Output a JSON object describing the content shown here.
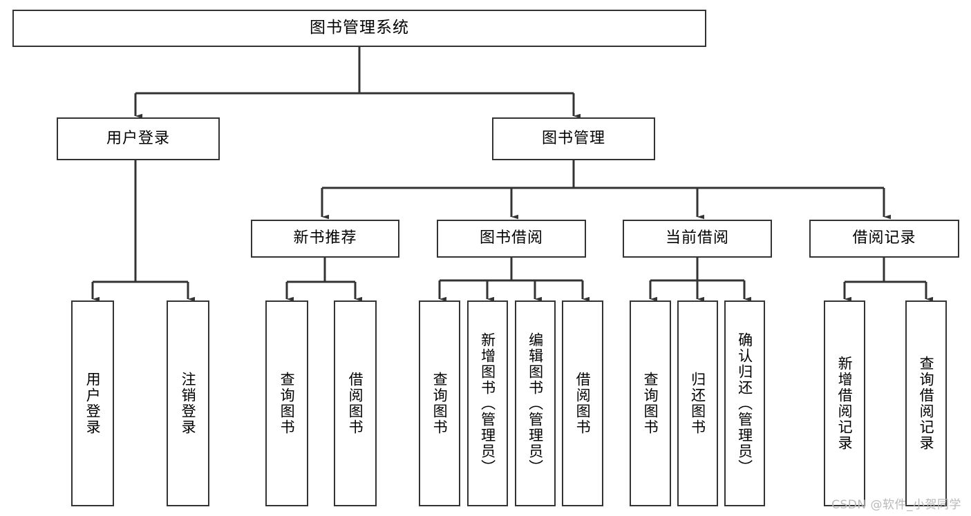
{
  "diagram": {
    "title": "图书管理系统",
    "type": "tree-hierarchy",
    "watermark": "CSDN @软件_小贺同学",
    "colors": {
      "box_border": "#333333",
      "box_fill": "#ffffff",
      "connector": "#333333",
      "text": "#000000",
      "watermark": "#b9b9b9"
    },
    "nodes": {
      "root": {
        "label": "图书管理系统"
      },
      "level2": [
        {
          "label": "用户登录"
        },
        {
          "label": "图书管理"
        }
      ],
      "level3": [
        {
          "label": "新书推荐"
        },
        {
          "label": "图书借阅"
        },
        {
          "label": "当前借阅"
        },
        {
          "label": "借阅记录"
        }
      ],
      "leaves": {
        "user_login": [
          {
            "label": "用户登录"
          },
          {
            "label": "注销登录"
          }
        ],
        "new_book_rec": [
          {
            "label": "查询图书"
          },
          {
            "label": "借阅图书"
          }
        ],
        "book_borrow": [
          {
            "label": "查询图书"
          },
          {
            "label": "新增图书（管理员）"
          },
          {
            "label": "编辑图书（管理员）"
          },
          {
            "label": "借阅图书"
          }
        ],
        "current_borrow": [
          {
            "label": "查询图书"
          },
          {
            "label": "归还图书"
          },
          {
            "label": "确认归还（管理员）"
          }
        ],
        "borrow_record": [
          {
            "label": "新增借阅记录"
          },
          {
            "label": "查询借阅记录"
          }
        ]
      }
    }
  }
}
